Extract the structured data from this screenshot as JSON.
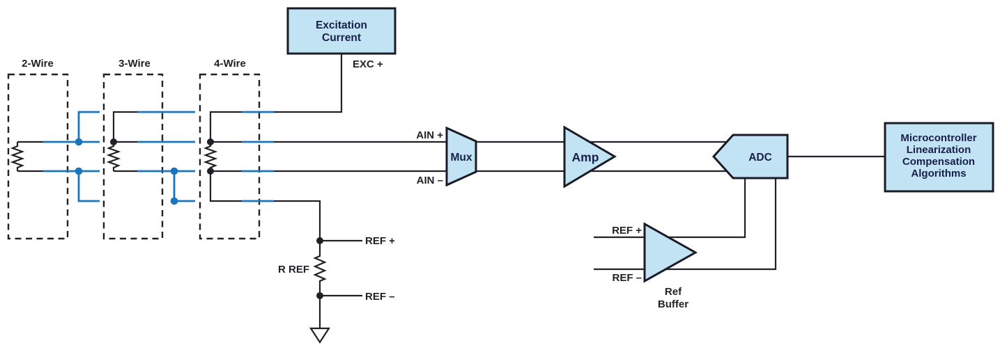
{
  "colors": {
    "block_fill": "#c2e3f4",
    "block_outline": "#1b1b26",
    "wire_black": "#231f26",
    "wire_blue": "#1b75bc",
    "block_text": "#18204a",
    "label_text": "#231f26",
    "background": "#ffffff"
  },
  "sensors": {
    "two_wire": {
      "label": "2-Wire"
    },
    "three_wire": {
      "label": "3-Wire"
    },
    "four_wire": {
      "label": "4-Wire"
    }
  },
  "excitation": {
    "line1": "Excitation",
    "line2": "Current",
    "net": "EXC +"
  },
  "signal": {
    "ain_plus": "AIN +",
    "ain_minus": "AIN –"
  },
  "mux": {
    "label": "Mux"
  },
  "amp": {
    "label": "Amp"
  },
  "adc": {
    "label": "ADC"
  },
  "ref_buffer": {
    "line1": "Ref",
    "line2": "Buffer",
    "ref_plus": "REF +",
    "ref_minus": "REF –"
  },
  "r_ref": {
    "label": "R REF",
    "ref_plus": "REF +",
    "ref_minus": "REF –"
  },
  "micro": {
    "lines": [
      "Microcontroller",
      "Linearization",
      "Compensation",
      "Algorithms"
    ]
  }
}
